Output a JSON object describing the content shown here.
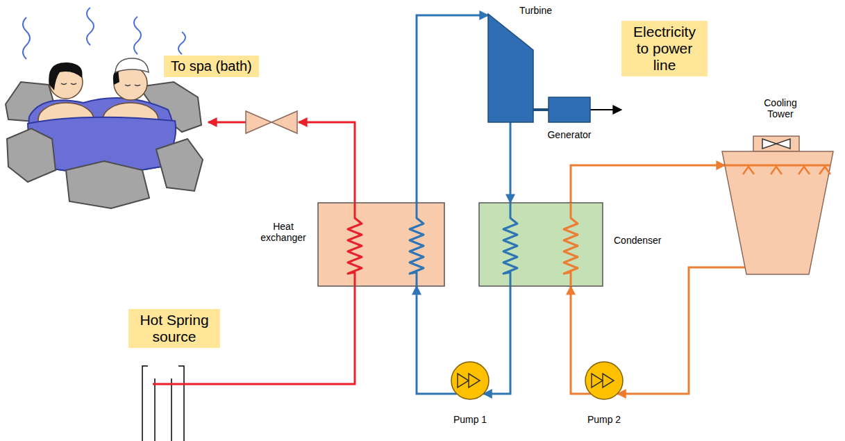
{
  "diagram": {
    "nodes": [
      {
        "text": [
          "To spa (bath)"
        ]
      },
      {
        "text": [
          "Turbine"
        ]
      },
      {
        "text": [
          "Generator"
        ]
      },
      {
        "text": [
          "Electricity to power line"
        ]
      },
      {
        "text": [
          "Cooling Tower"
        ]
      },
      {
        "text": [
          "Heat exchanger"
        ]
      },
      {
        "text": [
          "Condenser"
        ]
      },
      {
        "text": [
          "Hot Spring source"
        ]
      },
      {
        "text": [
          "Pump 1"
        ]
      },
      {
        "text": [
          "Pump 2"
        ]
      }
    ],
    "edges": [
      {
        "from": 2,
        "to": 3,
        "arrow": "to"
      },
      {
        "from": 1,
        "to": 2,
        "arrow": "none"
      },
      {
        "from": 5,
        "to": 1,
        "arrow": "to"
      },
      {
        "from": 1,
        "to": 6,
        "arrow": "to"
      },
      {
        "from": 6,
        "to": 8,
        "arrow": "to"
      },
      {
        "from": 8,
        "to": 5,
        "arrow": "to"
      },
      {
        "from": 9,
        "to": 6,
        "arrow": "to"
      },
      {
        "from": 6,
        "to": 4,
        "arrow": "to"
      },
      {
        "from": 4,
        "to": 9,
        "arrow": "to"
      }
    ]
  }
}
